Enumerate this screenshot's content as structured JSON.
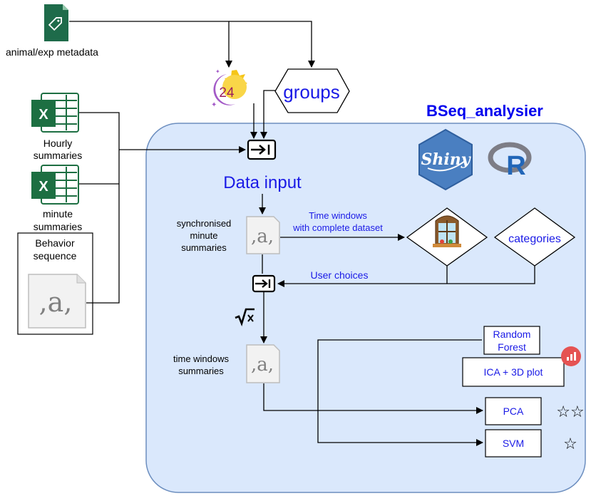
{
  "metadata": {
    "label": "animal/exp metadata"
  },
  "hourly": {
    "label_line1": "Hourly",
    "label_line2": "summaries"
  },
  "minute": {
    "label_line1": "minute",
    "label_line2": "summaries"
  },
  "behavior": {
    "label_line1": "Behavior",
    "label_line2": "sequence"
  },
  "clock": {
    "label": "24"
  },
  "groups": {
    "label": "groups"
  },
  "app": {
    "title": "BSeq_analysier",
    "shiny_label": "Shiny",
    "r_label": "R"
  },
  "data_input": {
    "label": "Data input"
  },
  "sync": {
    "line1": "synchronised",
    "line2": "minute",
    "line3": "summaries"
  },
  "time_windows_note": {
    "line1": "Time windows",
    "line2": "with complete dataset"
  },
  "categories": {
    "label": "categories"
  },
  "user_choices": {
    "label": "User choices"
  },
  "tw_summaries": {
    "line1": "time windows",
    "line2": "summaries"
  },
  "csv_glyph": ",a,",
  "methods": {
    "random_forest": {
      "line1": "Random",
      "line2": "Forest"
    },
    "ica": {
      "label": "ICA + 3D plot"
    },
    "pca": {
      "label": "PCA",
      "stars": "☆☆"
    },
    "svm": {
      "label": "SVM",
      "stars": "☆"
    }
  },
  "colors": {
    "panel_fill": "#dae8fc",
    "panel_stroke": "#6c8ebf",
    "title_blue": "#0000ee",
    "text_blue": "#1a1ae6",
    "excel_green": "#1d6f42",
    "tag_green": "#1e6b4a",
    "shiny_hex": "#4a7fc1",
    "badge_red": "#e55353"
  }
}
